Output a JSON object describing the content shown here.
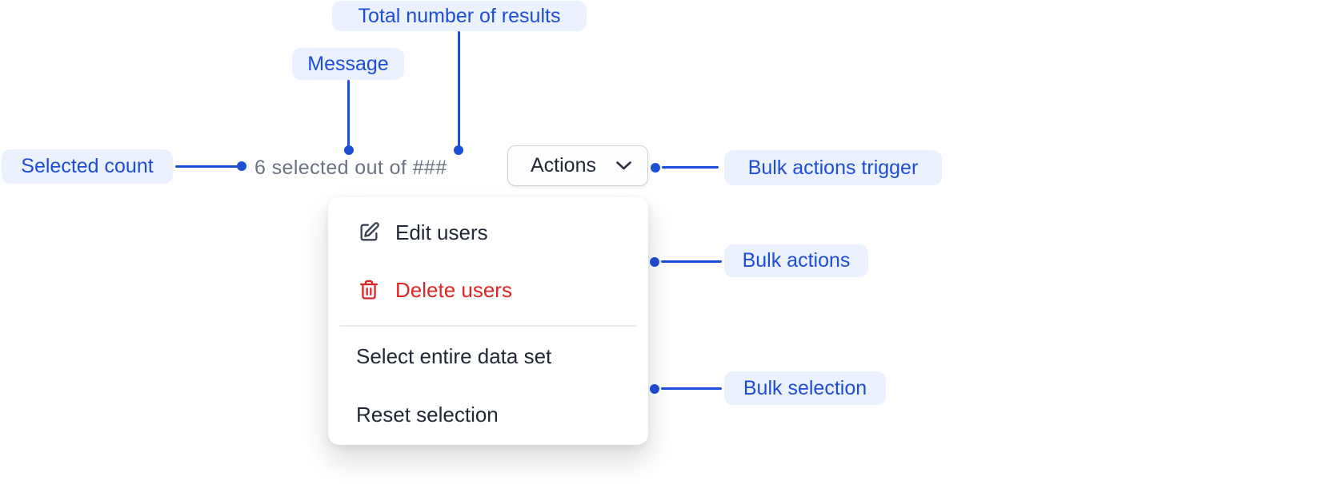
{
  "annotations": {
    "total_results": "Total number of results",
    "message": "Message",
    "selected_count": "Selected count",
    "bulk_actions_trigger": "Bulk actions trigger",
    "bulk_actions": "Bulk actions",
    "bulk_selection": "Bulk selection"
  },
  "component": {
    "selection_message": "6 selected out of ###",
    "actions_button": {
      "label": "Actions",
      "icon": "chevron-down-icon"
    },
    "menu": {
      "items": [
        {
          "label": "Edit users",
          "icon": "edit-icon",
          "variant": "default"
        },
        {
          "label": "Delete users",
          "icon": "trash-icon",
          "variant": "danger"
        },
        {
          "label": "Select entire data set",
          "icon": null,
          "variant": "default"
        },
        {
          "label": "Reset selection",
          "icon": null,
          "variant": "default"
        }
      ]
    }
  },
  "colors": {
    "annotation_text": "#1d4ed8",
    "annotation_bg": "#ebf1fe",
    "connector": "#1d4ed8",
    "message_text": "#6b7280",
    "menu_text": "#212936",
    "danger": "#dc2626",
    "button_border": "#ccd1d8",
    "divider": "#e5e7eb",
    "surface": "#ffffff"
  }
}
